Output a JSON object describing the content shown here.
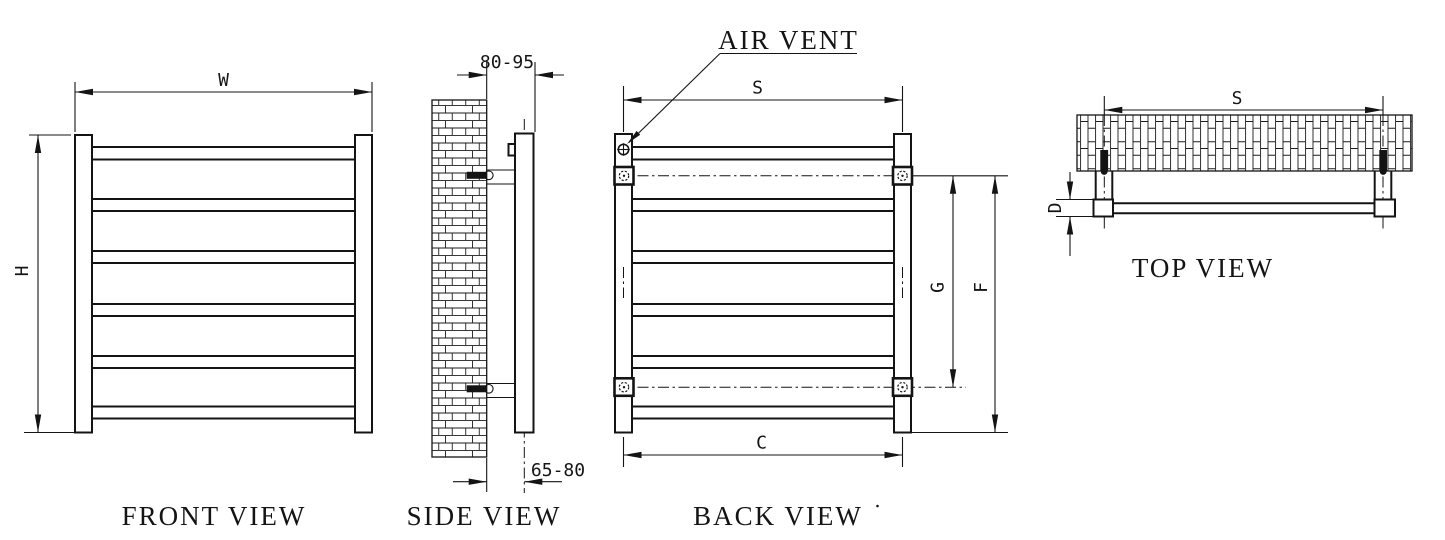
{
  "drawing": {
    "front_view": {
      "title": "FRONT VIEW",
      "width_label": "W",
      "height_label": "H"
    },
    "side_view": {
      "title": "SIDE VIEW",
      "wall_to_face_dim": "80-95",
      "wall_to_center_dim": "65-80"
    },
    "back_view": {
      "title": "BACK VIEW",
      "air_vent_label": "AIR VENT",
      "bracket_span_label": "S",
      "bottom_span_label": "C",
      "bracket_distance_label": "G",
      "bracket_to_bottom_label": "F"
    },
    "top_view": {
      "title": "TOP VIEW",
      "bracket_span_label": "S",
      "tube_diameter_label": "D"
    },
    "colors": {
      "line": "#141414",
      "background": "#ffffff"
    }
  }
}
